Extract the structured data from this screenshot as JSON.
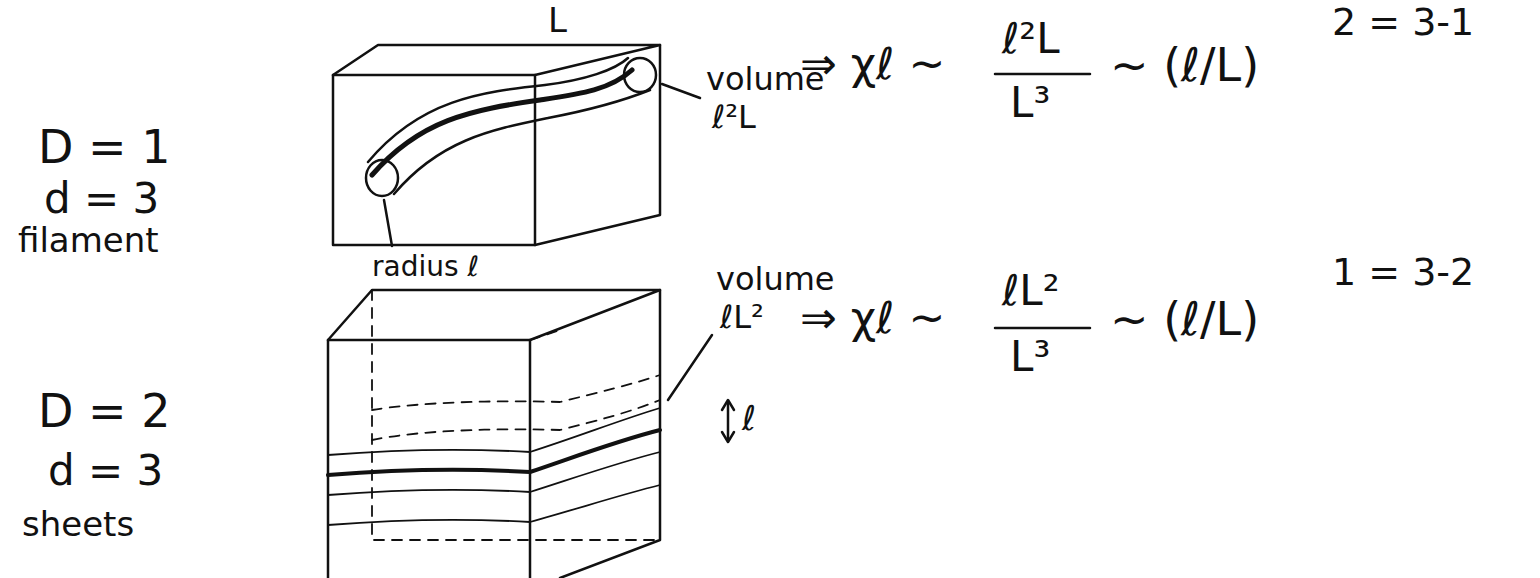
{
  "diagram": {
    "labels": [
      "D = 1",
      "d = 3",
      "filament",
      "L",
      "volume",
      "ℓ²L",
      "radius ℓ",
      "⇒ χℓ ~",
      "ℓ²L",
      "L³",
      "~ (ℓ/L)",
      "2 = 3-1",
      "D = 2",
      "d = 3",
      "sheets",
      "volume",
      "ℓL²",
      "ℓ",
      "⇒ χℓ ~",
      "ℓL²",
      "L³",
      "~ (ℓ/L)",
      "1 = 3-2"
    ]
  }
}
